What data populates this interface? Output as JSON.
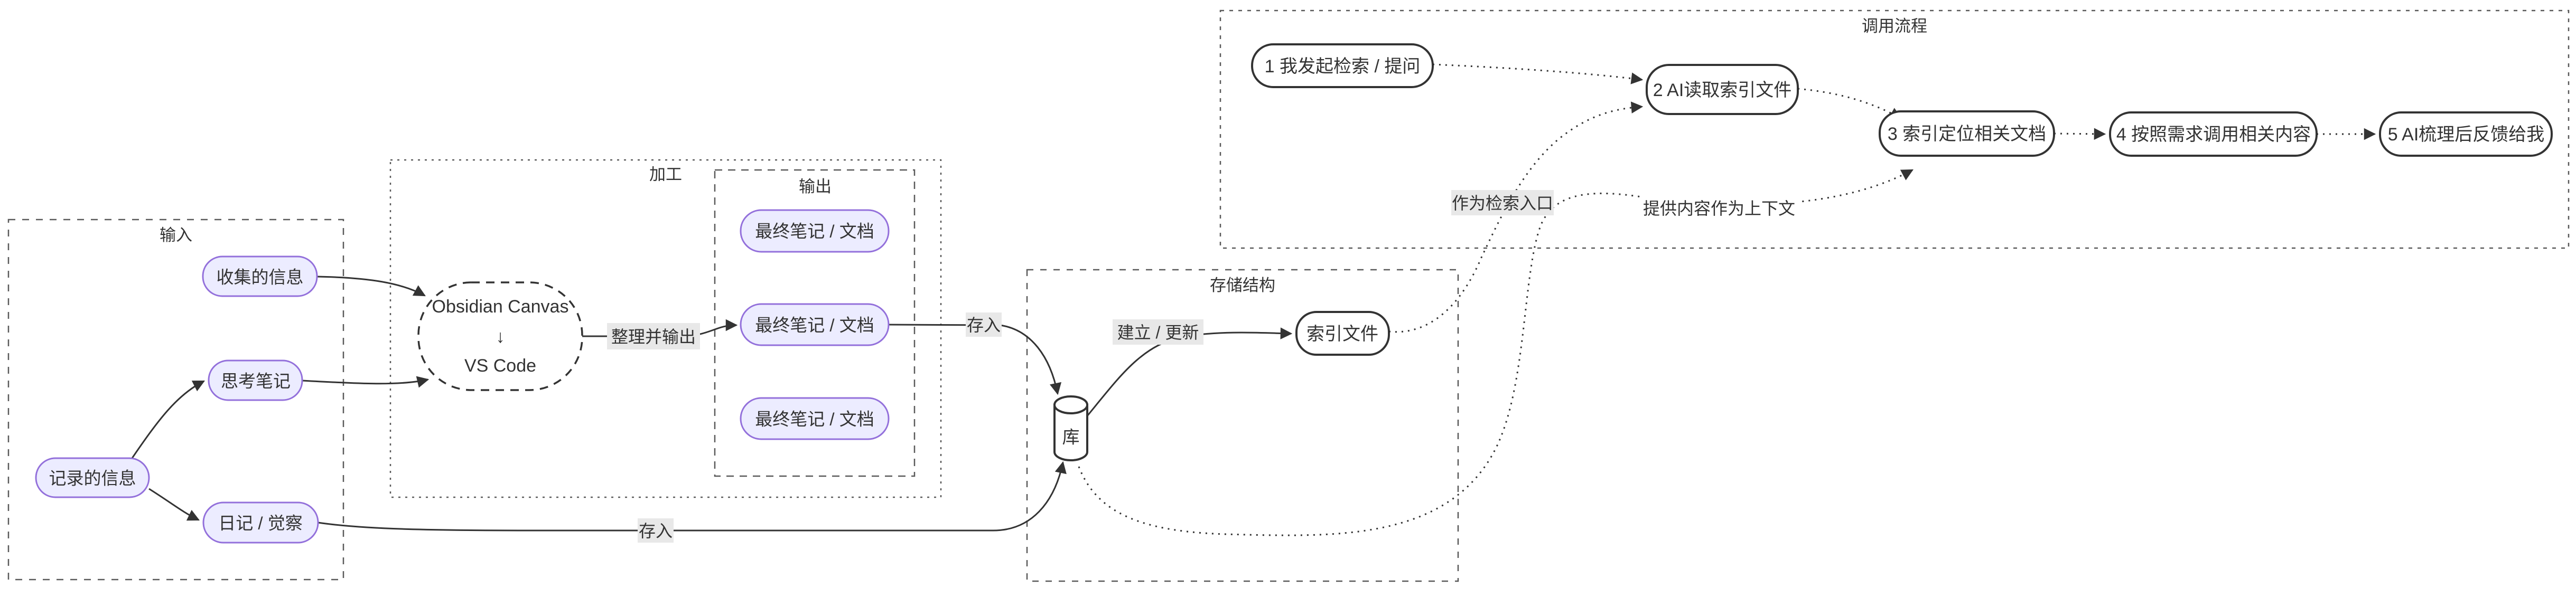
{
  "groups": {
    "input": "输入",
    "process": "加工",
    "output": "输出",
    "storage": "存储结构",
    "flow": "调用流程"
  },
  "nodes": {
    "collected_info": "收集的信息",
    "thinking_notes": "思考笔记",
    "recorded_info": "记录的信息",
    "diary": "日记 / 觉察",
    "canvas_line1": "Obsidian Canvas",
    "canvas_line2": "↓",
    "canvas_line3": "VS Code",
    "final_doc": "最终笔记 / 文档",
    "repo": "库",
    "index_file": "索引文件",
    "step1": "1 我发起检索 / 提问",
    "step2": "2 AI读取索引文件",
    "step3": "3 索引定位相关文档",
    "step4": "4 按照需求调用相关内容",
    "step5": "5 AI梳理后反馈给我"
  },
  "edge_labels": {
    "organize_output": "整理并输出",
    "store_in": "存入",
    "build_update": "建立 / 更新",
    "retrieval_entry": "作为检索入口",
    "provide_context": "提供内容作为上下文"
  },
  "colors": {
    "pill_fill": "#ECECFF",
    "pill_border": "#9370DB",
    "node_border": "#333333",
    "edge": "#333333",
    "group_border": "#5a5a5a",
    "edge_label_bg": "#e8e8e8",
    "text": "#333333",
    "background": "#ffffff"
  }
}
